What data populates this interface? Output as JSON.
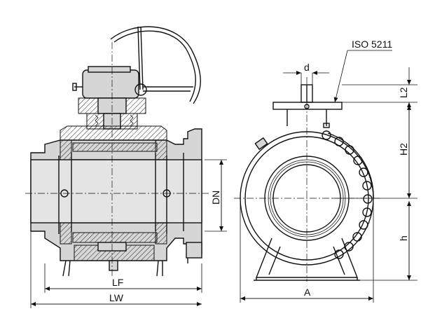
{
  "dimensions": {
    "d": "d",
    "iso": "ISO 5211",
    "l2": "L2",
    "h2": "H2",
    "h": "h",
    "dn": "DN",
    "lf": "LF",
    "lw": "LW",
    "a": "A"
  }
}
